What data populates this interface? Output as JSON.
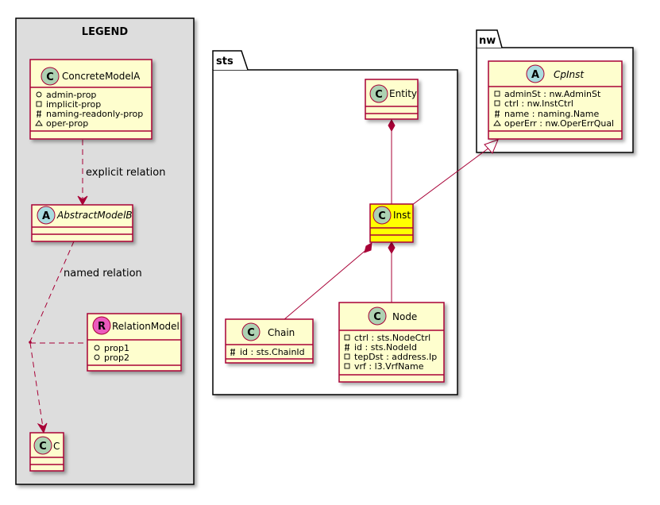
{
  "legend": {
    "title": "LEGEND",
    "classes": {
      "concrete_model_a": {
        "name": "ConcreteModelA",
        "stereotype": "C",
        "attributes": [
          {
            "vis": "+",
            "text": "admin-prop"
          },
          {
            "vis": "-",
            "text": "implicit-prop"
          },
          {
            "vis": "#",
            "text": "naming-readonly-prop"
          },
          {
            "vis": "~",
            "text": "oper-prop"
          }
        ]
      },
      "abstract_model_b": {
        "name": "AbstractModelB",
        "stereotype": "A"
      },
      "relation_model": {
        "name": "RelationModel",
        "stereotype": "R",
        "attributes": [
          {
            "vis": "+",
            "text": "prop1"
          },
          {
            "vis": "+",
            "text": "prop2"
          }
        ]
      },
      "c": {
        "name": "C",
        "stereotype": "C"
      }
    },
    "relations": {
      "explicit": "explicit relation",
      "named": "named relation"
    }
  },
  "packages": {
    "sts": {
      "title": "sts",
      "classes": {
        "entity": {
          "name": "Entity",
          "stereotype": "C"
        },
        "inst": {
          "name": "Inst",
          "stereotype": "C"
        },
        "chain": {
          "name": "Chain",
          "stereotype": "C",
          "attributes": [
            {
              "vis": "#",
              "text": "id : sts.ChainId"
            }
          ]
        },
        "node": {
          "name": "Node",
          "stereotype": "C",
          "attributes": [
            {
              "vis": "-",
              "text": "ctrl : sts.NodeCtrl"
            },
            {
              "vis": "#",
              "text": "id : sts.NodeId"
            },
            {
              "vis": "-",
              "text": "tepDst : address.Ip"
            },
            {
              "vis": "-",
              "text": "vrf : l3.VrfName"
            }
          ]
        }
      }
    },
    "nw": {
      "title": "nw",
      "classes": {
        "cp_inst": {
          "name": "CpInst",
          "stereotype": "A",
          "attributes": [
            {
              "vis": "-",
              "text": "adminSt : nw.AdminSt"
            },
            {
              "vis": "-",
              "text": "ctrl : nw.InstCtrl"
            },
            {
              "vis": "#",
              "text": "name : naming.Name"
            },
            {
              "vis": "~",
              "text": "operErr : nw.OperErrQual"
            }
          ]
        }
      }
    }
  },
  "colors": {
    "class_fill": "#FEFECE",
    "highlight_fill": "#FFFF00",
    "border": "#A80036",
    "legend_bg": "#DDDDDD",
    "class_stereo": "#ADD1B2",
    "abstract_stereo": "#A9DCDF",
    "relation_stereo": "#EB5ABD"
  }
}
